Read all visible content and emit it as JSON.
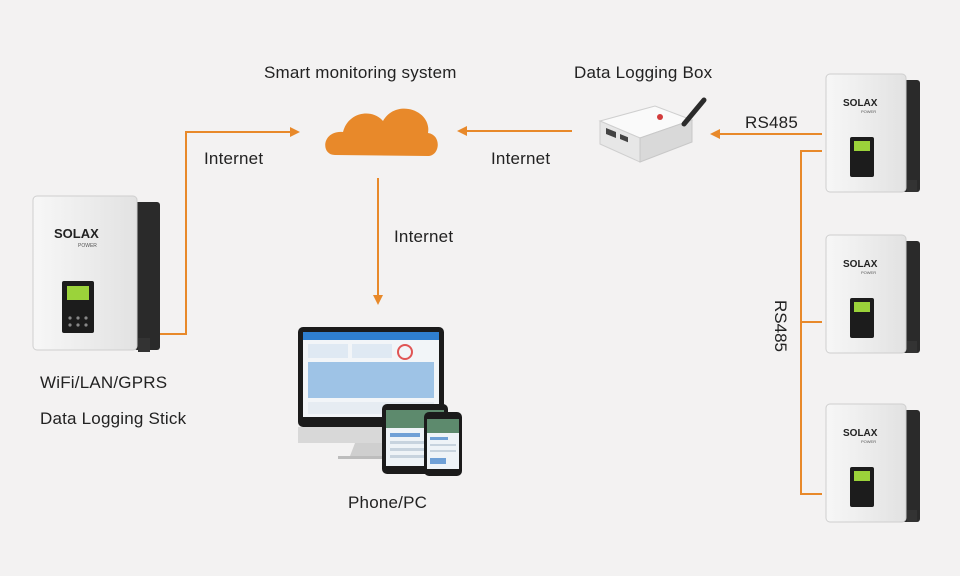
{
  "colors": {
    "connector": "#e8892a",
    "cloud": "#e8892a",
    "background": "#f3f2f2"
  },
  "labels": {
    "cloud": "Smart monitoring system",
    "logging_box": "Data Logging Box",
    "internet_left": "Internet",
    "internet_middle": "Internet",
    "internet_down": "Internet",
    "rs485_top": "RS485",
    "rs485_vertical": "RS485",
    "stick_line1": "WiFi/LAN/GPRS",
    "stick_line2": "Data Logging Stick",
    "devices": "Phone/PC"
  },
  "inverter_brand": {
    "name": "SOLAX",
    "sub": "POWER"
  }
}
